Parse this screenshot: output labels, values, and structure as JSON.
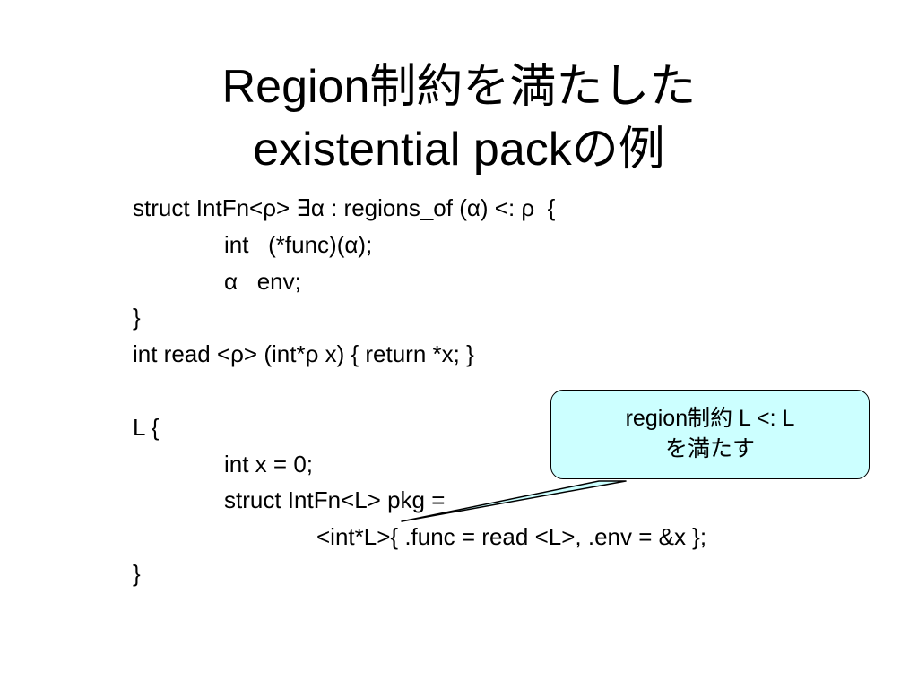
{
  "slide": {
    "title_line1": "Region制約を満たした",
    "title_line2": "existential packの例"
  },
  "code": {
    "lines": [
      "struct IntFn<ρ> ∃α : regions_of (α) <: ρ  {",
      "int   (*func)(α);",
      "α   env;",
      "}",
      "int read <ρ> (int*ρ x) { return *x; }",
      "",
      "L {",
      "int x = 0;",
      "struct IntFn<L> pkg =",
      "<int*L>{ .func = read <L>, .env = &x };",
      "}"
    ]
  },
  "callout": {
    "line1": "region制約 L <: L",
    "line2": "を満たす",
    "fill_color": "#ccffff",
    "border_color": "#000000"
  }
}
